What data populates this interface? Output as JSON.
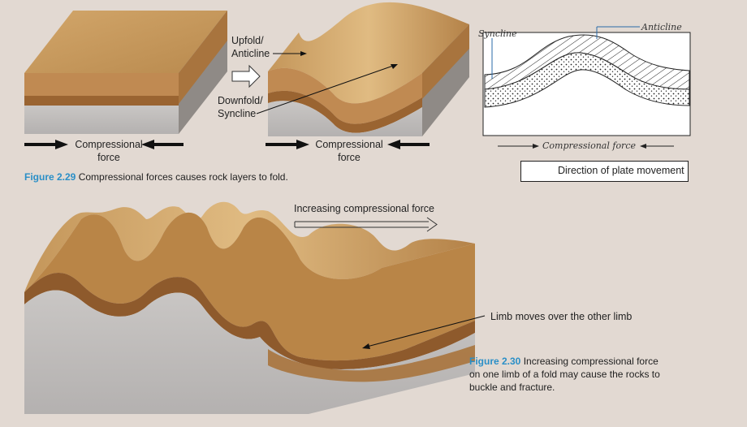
{
  "fig229": {
    "label_upfold": "Upfold/\nAnticline",
    "label_downfold": "Downfold/\nSyncline",
    "force_left": "Compressional\nforce",
    "force_mid": "Compressional\nforce",
    "caption_num": "Figure 2.29",
    "caption_text": " Compressional forces causes rock layers to fold."
  },
  "cross_section": {
    "syncline": "Syncline",
    "anticline": "Anticline",
    "force": "Compressional force",
    "legend": "Direction of plate movement"
  },
  "fig230": {
    "increasing": "Increasing compressional force",
    "limb_label": "Limb moves over the other limb",
    "caption_num": "Figure 2.30",
    "caption_text": " Increasing compressional force on one limb of a fold may cause the rocks to buckle and fracture."
  }
}
